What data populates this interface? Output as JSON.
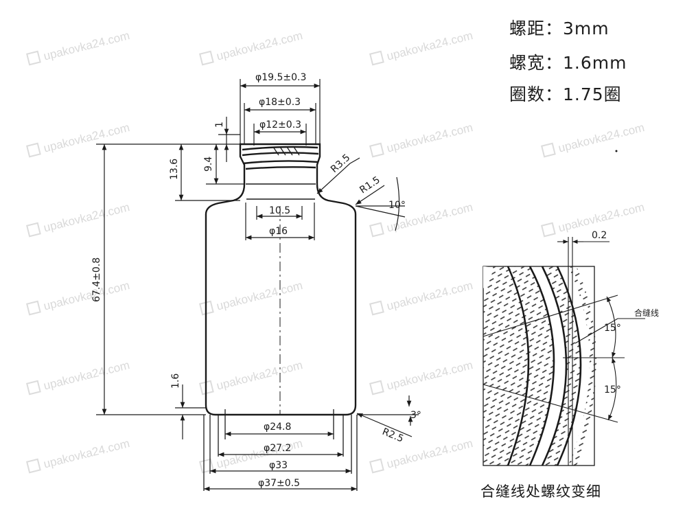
{
  "specs": {
    "pitch": "螺距：3mm",
    "width": "螺宽：1.6mm",
    "turns": "圈数：1.75圈"
  },
  "watermark": "upakovka24.com",
  "dimensions": {
    "d_19_5": "φ19.5±0.3",
    "d_18": "φ18±0.3",
    "d_12": "φ12±0.3",
    "d_10_5": "10.5",
    "d_16": "φ16",
    "d_24_8": "φ24.8",
    "d_27_2": "φ27.2",
    "d_33": "φ33",
    "d_37": "φ37±0.5",
    "h_13_6": "13.6",
    "h_9_4": "9.4",
    "h_1": "1",
    "h_67_4": "67.4±0.8",
    "h_1_6": "1.6",
    "r_3_5": "R3.5",
    "r_1_5": "R1.5",
    "r_2_5": "R2.5",
    "a_10": "10°",
    "a_3": "3°"
  },
  "detail": {
    "gap": "0.2",
    "angle_top": "15°",
    "angle_bottom": "15°",
    "seam_label": "合缝线",
    "caption": "合缝线处螺纹变细"
  }
}
